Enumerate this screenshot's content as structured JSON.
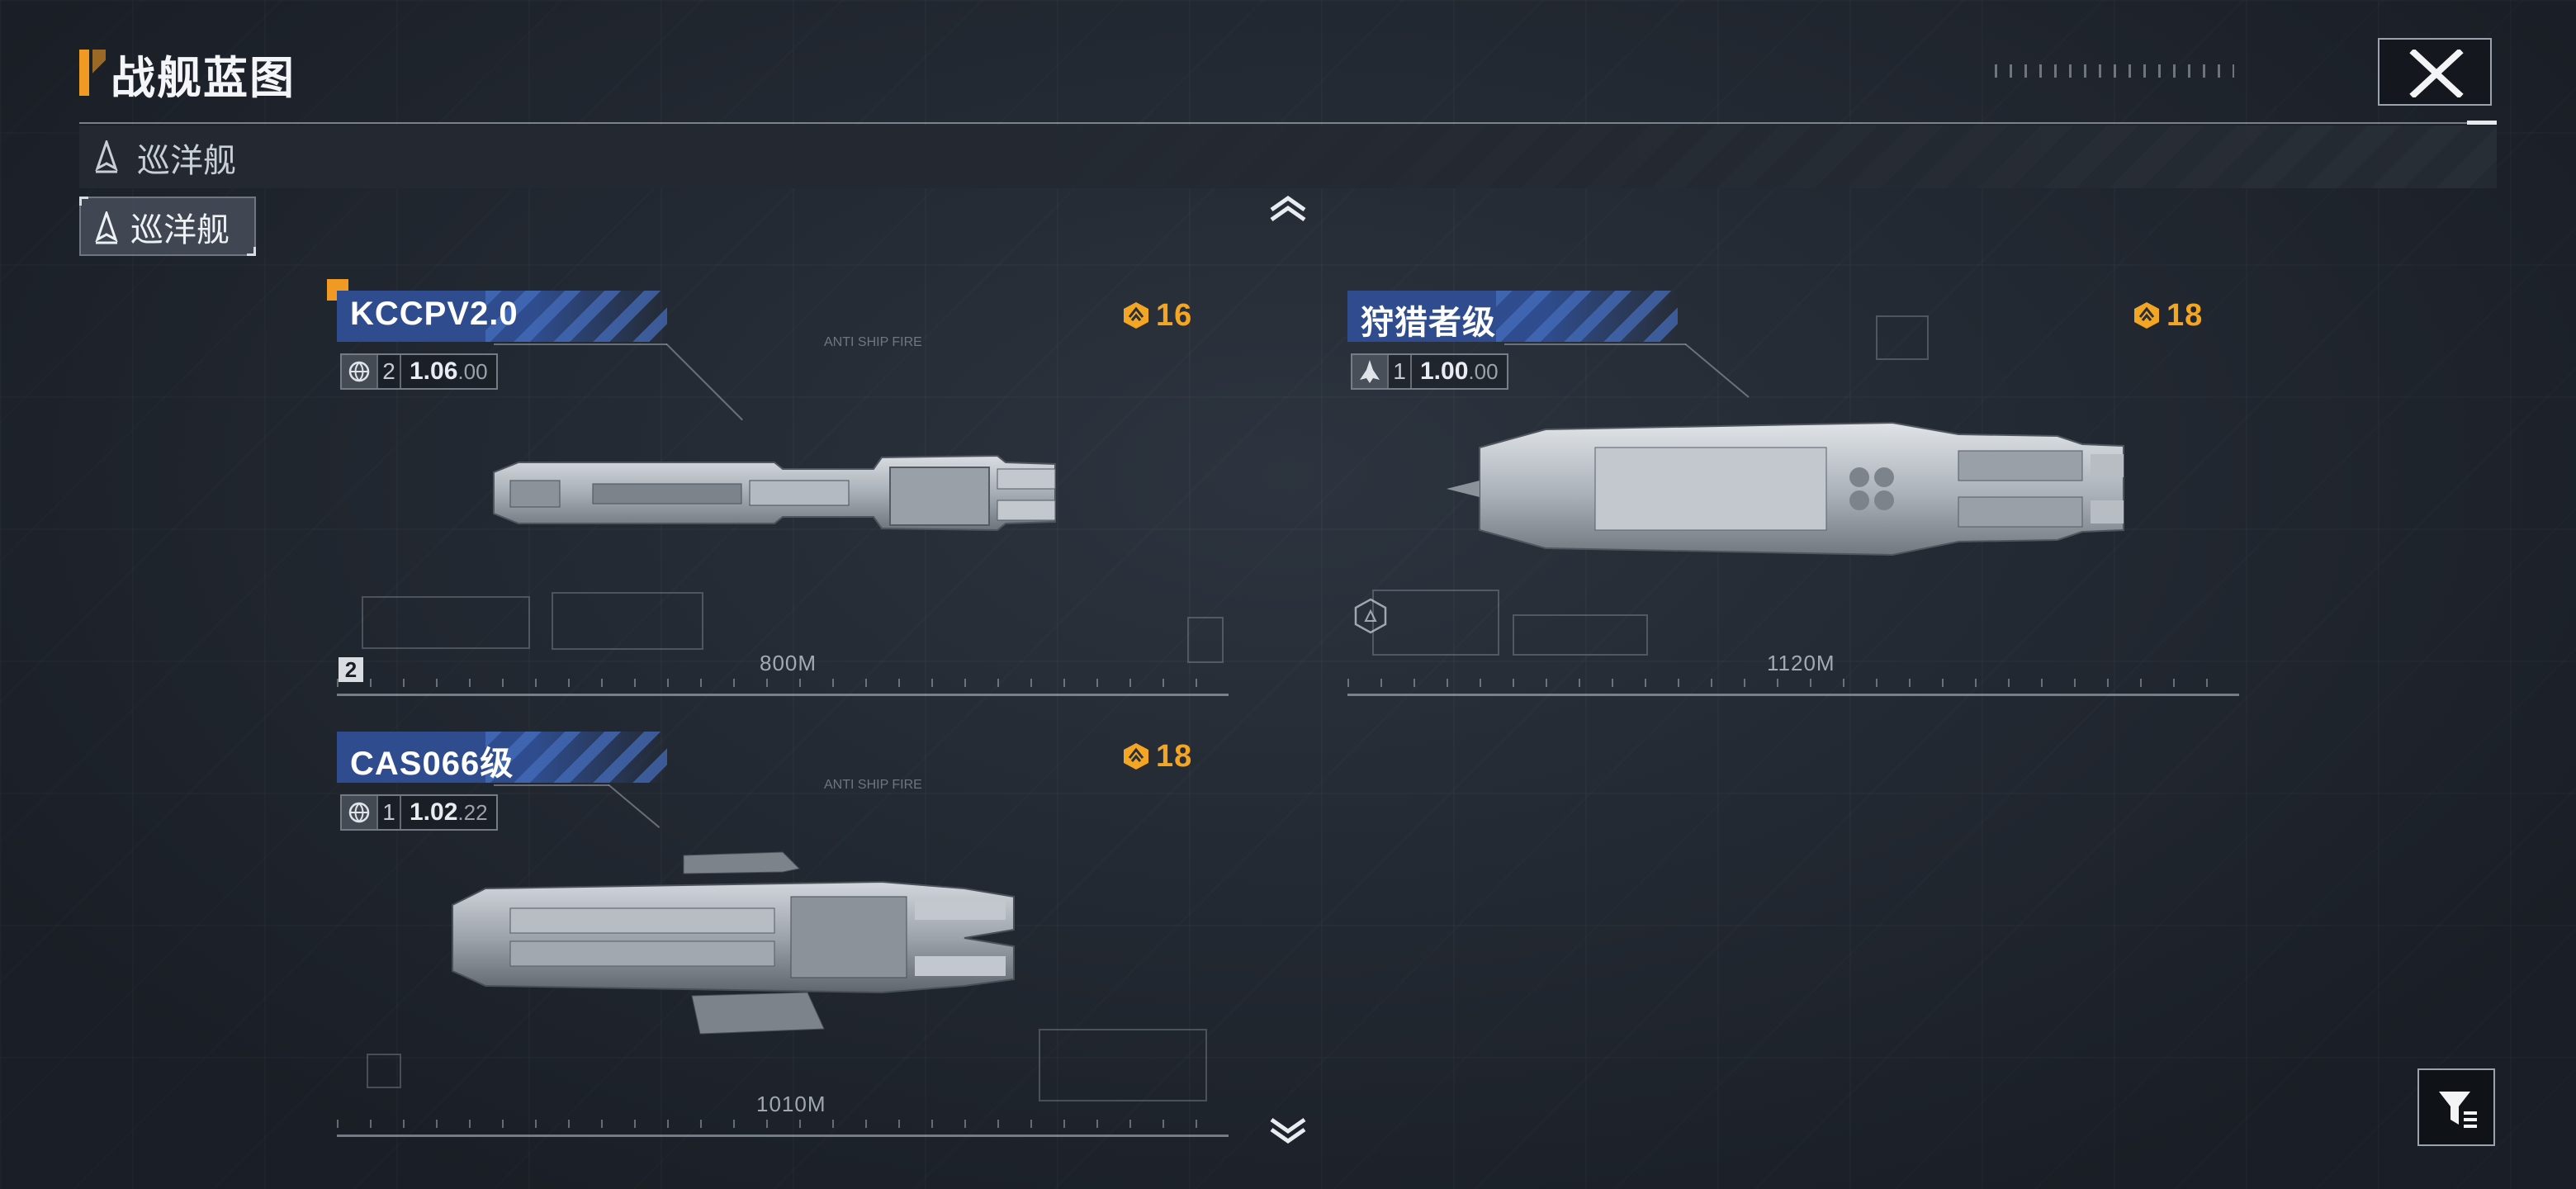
{
  "header": {
    "title": "战舰蓝图",
    "close_icon": "close-icon"
  },
  "category_bar": {
    "label": "巡洋舰",
    "icon": "cruiser-icon"
  },
  "filter_chip": {
    "label": "巡洋舰",
    "icon": "cruiser-icon"
  },
  "ships": [
    {
      "name": "KCCPV2.0",
      "cost": "16",
      "spec_icon": "globe-icon",
      "count": "2",
      "value_main": "1.06",
      "value_dec": ".00",
      "length": "800M",
      "level": "2",
      "selected": true,
      "tag": "ANTI SHIP FIRE"
    },
    {
      "name": "狩猎者级",
      "cost": "18",
      "spec_icon": "fighter-icon",
      "count": "1",
      "value_main": "1.00",
      "value_dec": ".00",
      "length": "1120M",
      "selected": false,
      "tag": ""
    },
    {
      "name": "CAS066级",
      "cost": "18",
      "spec_icon": "globe-icon",
      "count": "1",
      "value_main": "1.02",
      "value_dec": ".22",
      "length": "1010M",
      "selected": false,
      "tag": "ANTI SHIP FIRE"
    }
  ],
  "colors": {
    "accent": "#f09a24",
    "cost": "#f3a524",
    "name_band": "#2f4d8e",
    "background": "#242a33"
  },
  "controls": {
    "scroll_up_icon": "chevron-up-icon",
    "scroll_down_icon": "chevron-down-icon",
    "filter_icon": "filter-icon"
  }
}
